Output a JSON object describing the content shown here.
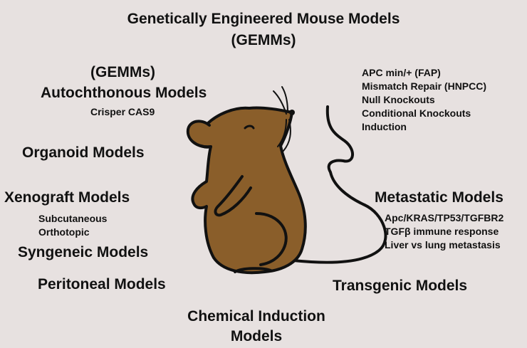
{
  "title": {
    "line1": "Genetically Engineered Mouse Models",
    "line2": "(GEMMs)"
  },
  "left": {
    "gemms_tag": "(GEMMs)",
    "autochthonous": "Autochthonous Models",
    "crisper": "Crisper CAS9",
    "organoid": "Organoid Models",
    "xenograft": "Xenograft Models",
    "subcutaneous": "Subcutaneous",
    "orthotopic": "Orthotopic",
    "syngeneic": "Syngeneic Models",
    "peritoneal": "Peritoneal Models"
  },
  "bottom": {
    "chemical_line1": "Chemical Induction",
    "chemical_line2": "Models"
  },
  "right": {
    "gemm_items": [
      "APC min/+  (FAP)",
      "Mismatch Repair (HNPCC)",
      "Null Knockouts",
      "Conditional Knockouts",
      "Induction"
    ],
    "metastatic": "Metastatic Models",
    "metastatic_items": [
      "Apc/KRAS/TP53/TGFBR2",
      "TGFβ immune response",
      "Liver vs lung metastasis"
    ],
    "transgenic": "Transgenic Models"
  },
  "colors": {
    "background": "#e7e1e0",
    "mouse_body": "#8a5e2a",
    "outline": "#111111"
  }
}
